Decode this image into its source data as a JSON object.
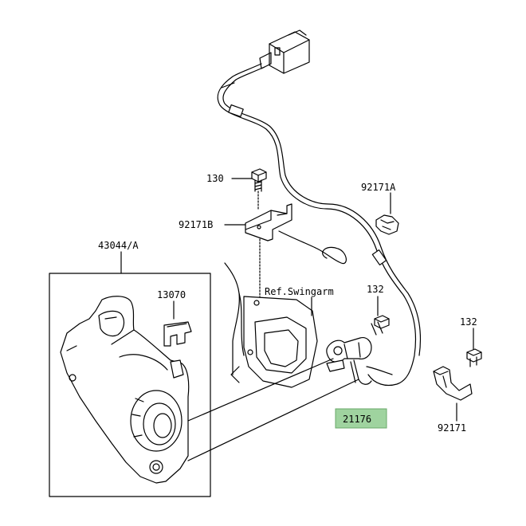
{
  "labels": {
    "p130": "130",
    "p92171B": "92171B",
    "p92171A": "92171A",
    "p43044A": "43044/A",
    "p13070": "13070",
    "refSwingarm": "Ref.Swingarm",
    "p132a": "132",
    "p132b": "132",
    "p21176": "21176",
    "p92171": "92171"
  },
  "highlight_color": "#9fd39f"
}
